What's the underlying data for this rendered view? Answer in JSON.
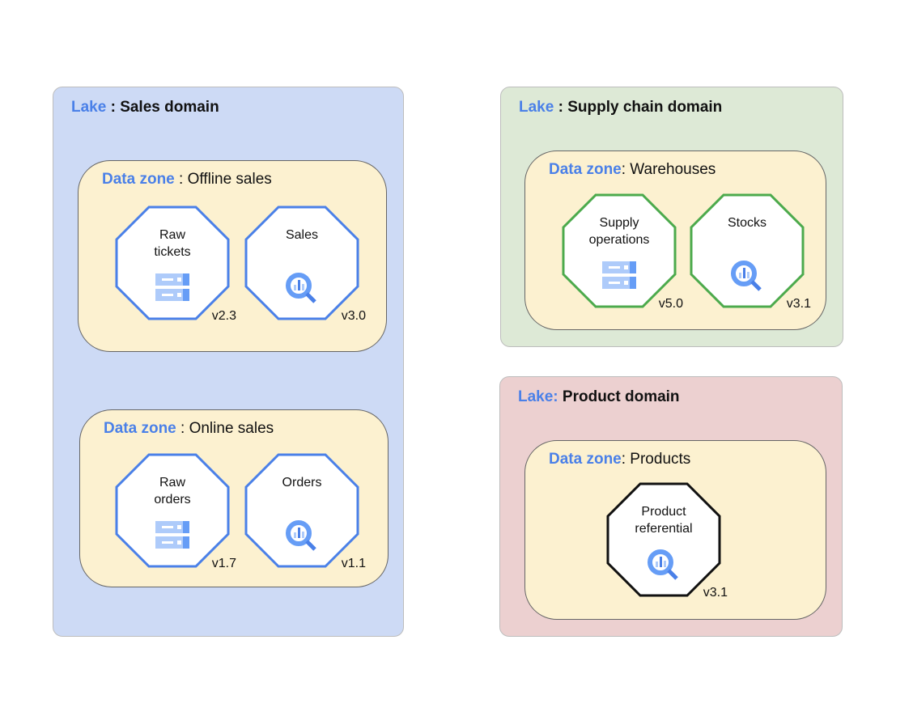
{
  "colors": {
    "accent": "#4a80e8",
    "sales_lake": "#cddaf5",
    "supply_lake": "#dde9d6",
    "product_lake": "#ecd0d0",
    "zone": "#fcf1d0",
    "sales_border": "#4a80e8",
    "supply_border": "#4caa4c",
    "product_border": "#111111"
  },
  "lakes": [
    {
      "prefix": "Lake",
      "name": " : Sales domain",
      "zones": [
        {
          "prefix": "Data zone",
          "name": " : Offline sales",
          "products": [
            {
              "name": "Raw\ntickets",
              "version": "v2.3",
              "icon": "storage-icon"
            },
            {
              "name": "Sales",
              "version": "v3.0",
              "icon": "bigquery-icon"
            }
          ]
        },
        {
          "prefix": "Data zone",
          "name": " : Online sales",
          "products": [
            {
              "name": "Raw\norders",
              "version": "v1.7",
              "icon": "storage-icon"
            },
            {
              "name": "Orders",
              "version": "v1.1",
              "icon": "bigquery-icon"
            }
          ]
        }
      ]
    },
    {
      "prefix": "Lake",
      "name": " : Supply chain domain",
      "zones": [
        {
          "prefix": "Data zone",
          "name": ": Warehouses",
          "products": [
            {
              "name": "Supply\noperations",
              "version": "v5.0",
              "icon": "storage-icon"
            },
            {
              "name": "Stocks",
              "version": "v3.1",
              "icon": "bigquery-icon"
            }
          ]
        }
      ]
    },
    {
      "prefix": "Lake:",
      "name": " Product domain",
      "zones": [
        {
          "prefix": "Data zone",
          "name": ": Products",
          "products": [
            {
              "name": "Product\nreferential",
              "version": "v3.1",
              "icon": "bigquery-icon"
            }
          ]
        }
      ]
    }
  ]
}
